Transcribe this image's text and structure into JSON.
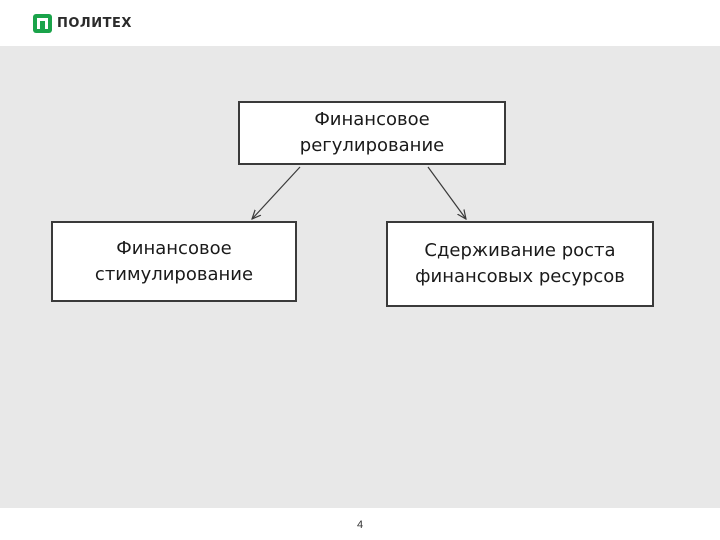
{
  "header": {
    "logo_text": "ПОЛИТЕХ",
    "logo_icon": "politeh-logo-icon",
    "logo_color": "#1aa34a"
  },
  "diagram": {
    "top_box": {
      "line1": "Финансовое",
      "line2": "регулирование"
    },
    "left_box": {
      "line1": "Финансовое",
      "line2": "стимулирование"
    },
    "right_box": {
      "line1": "Сдерживание роста",
      "line2": "финансовых ресурсов"
    }
  },
  "footer": {
    "page_number": "4"
  }
}
